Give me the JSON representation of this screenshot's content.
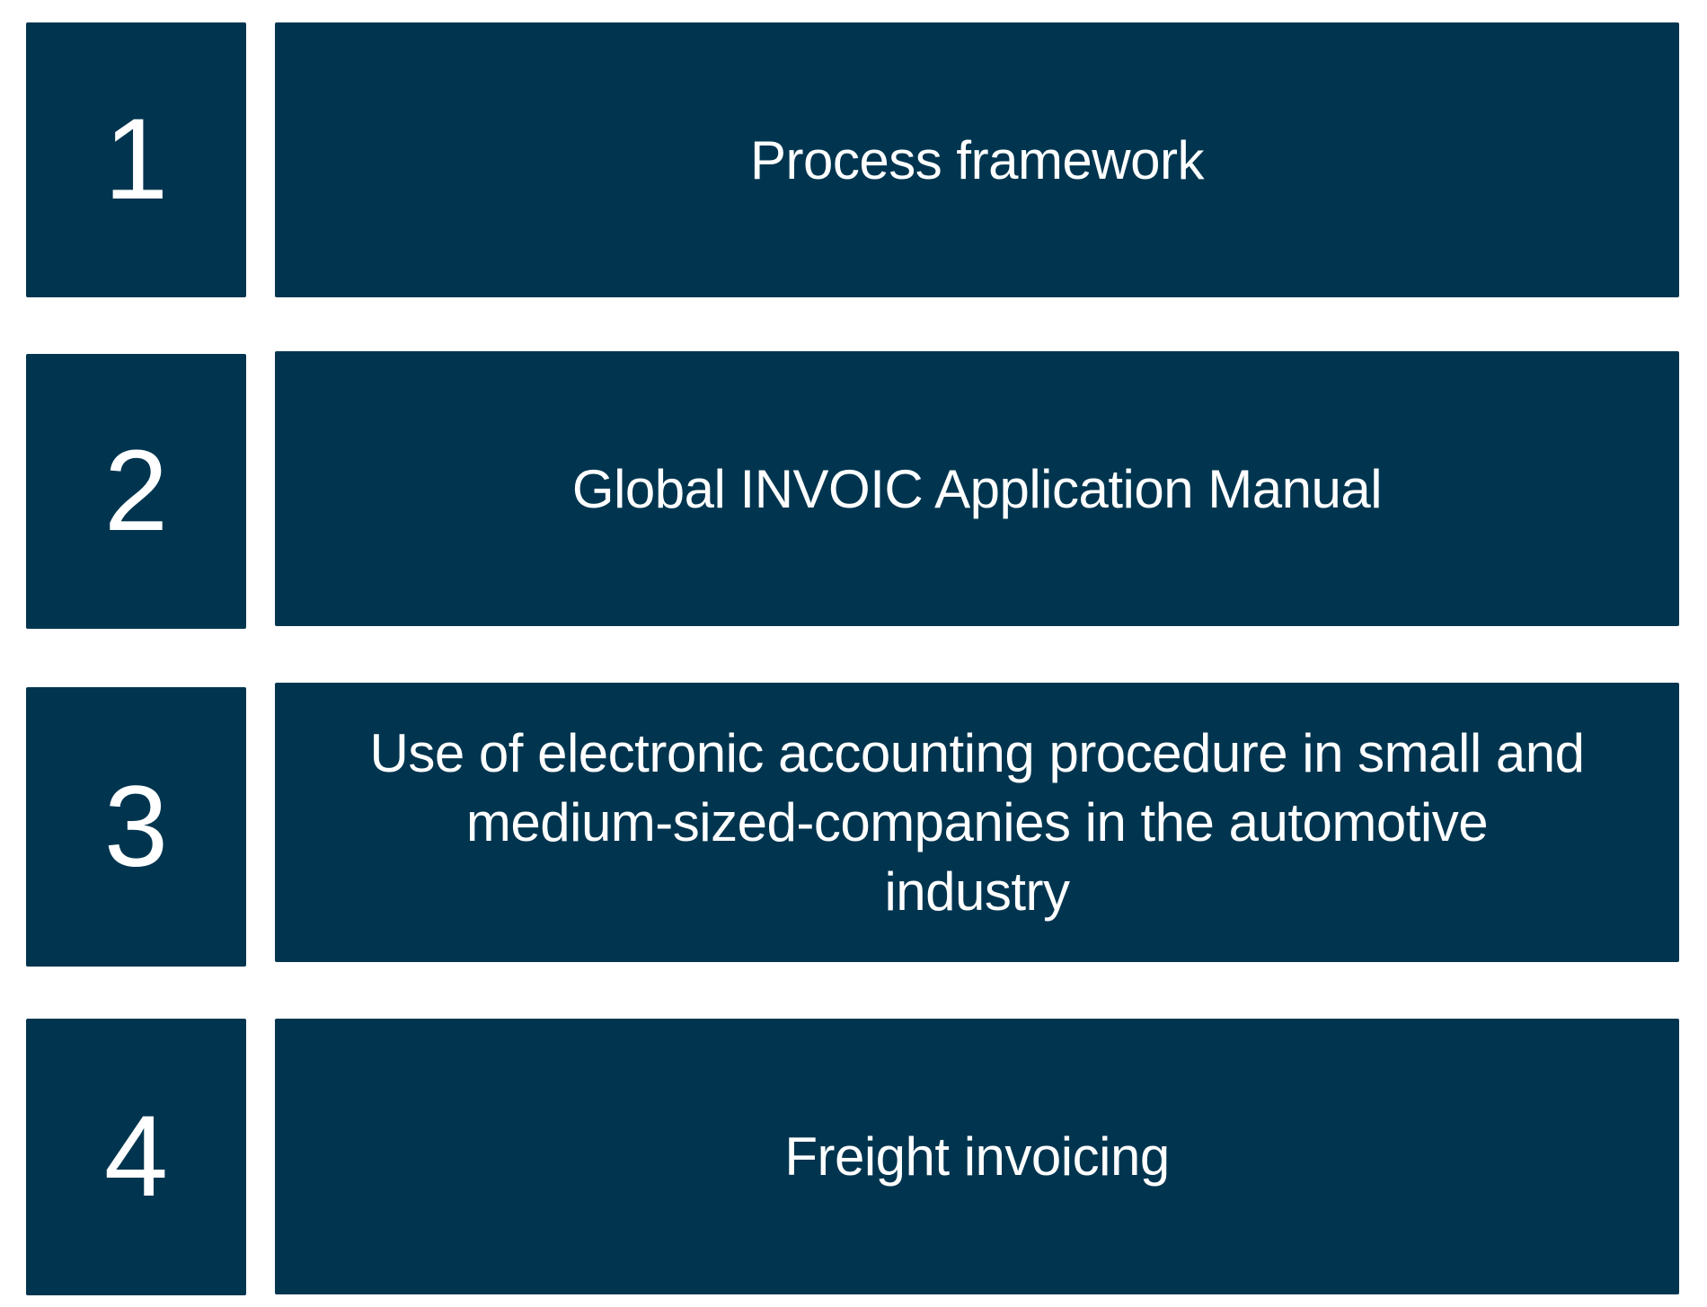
{
  "theme": {
    "box_color": "#01354f",
    "text_color": "#ffffff",
    "background": "#ffffff"
  },
  "items": [
    {
      "number": "1",
      "label": "Process framework"
    },
    {
      "number": "2",
      "label": "Global INVOIC Application Manual"
    },
    {
      "number": "3",
      "label": "Use of electronic accounting procedure in small and\nmedium-sized-companies in the automotive\nindustry"
    },
    {
      "number": "4",
      "label": "Freight invoicing"
    }
  ]
}
